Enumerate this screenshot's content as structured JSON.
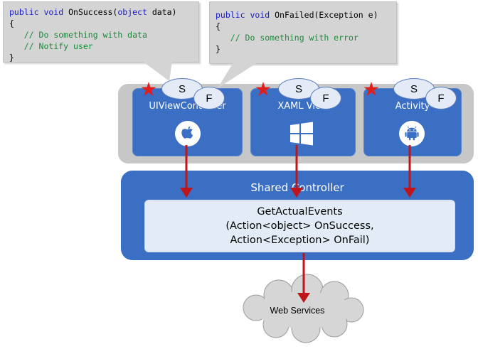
{
  "callouts": {
    "success": {
      "signature_keywords": "public void",
      "signature_method": "OnSuccess(",
      "signature_type": "object",
      "signature_rest": " data)",
      "open_brace": "{",
      "comment_1": "// Do something with data",
      "comment_2": "// Notify user",
      "close_brace": "}"
    },
    "failed": {
      "signature_keywords": "public void",
      "signature_method": "OnFailed(Exception e)",
      "open_brace": "{",
      "comment_1": "// Do something with error",
      "close_brace": "}"
    }
  },
  "platforms": [
    {
      "label": "UIViewController",
      "icon": "apple-icon"
    },
    {
      "label": "XAML View",
      "icon": "windows-icon"
    },
    {
      "label": "Activity",
      "icon": "android-icon"
    }
  ],
  "bubbles": {
    "success": "S",
    "failed": "F"
  },
  "shared_controller": {
    "title": "Shared Controller",
    "method_line_1": "GetActualEvents",
    "method_line_2": "(Action<object> OnSuccess,",
    "method_line_3": "Action<Exception> OnFail)"
  },
  "web_services": {
    "label": "Web Services",
    "icon": "cloud-icon"
  },
  "colors": {
    "platform_blue": "#3b6fc4",
    "arrow_red": "#c0141b",
    "star_red": "#e01e1e",
    "tray_gray": "#c7c7c7",
    "keyword_blue": "#1a20c8",
    "comment_green": "#1b8a3a"
  }
}
